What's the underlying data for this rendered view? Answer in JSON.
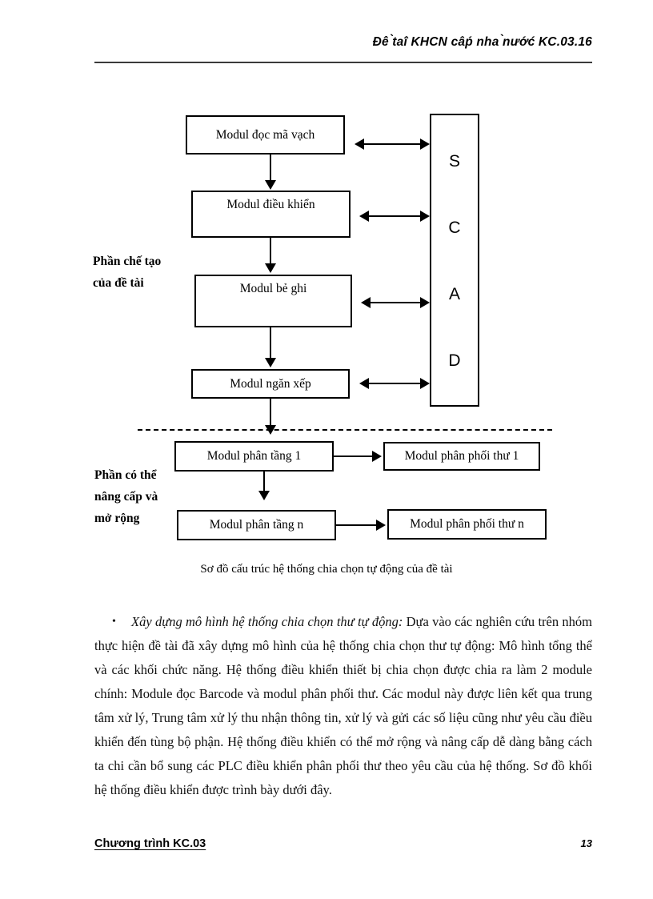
{
  "header": {
    "title": "Đê ̀taî KHCN câṕ nha ̀nướć KC.03.16"
  },
  "diagram": {
    "boxes": {
      "barcode_reader": "Modul đọc mã vạch",
      "controller": "Modul điều khiển",
      "switch_record": "Modul bẻ ghi",
      "stacker": "Modul ngăn xếp",
      "floor_sorter_1": "Modul phân tầng 1",
      "floor_sorter_n": "Modul phân tầng n",
      "mail_distributor_1": "Modul phân phối thư 1",
      "mail_distributor_n": "Modul phân phối thư n"
    },
    "scada": {
      "letters": [
        "S",
        "C",
        "A",
        "D"
      ]
    },
    "side_labels": {
      "upper": "Phần chế tạo\ncủa đề tài",
      "lower": "Phần có thể\nnâng cấp và\nmở rộng"
    },
    "caption": "Sơ đồ cấu trúc hệ thống chia chọn tự động của đề tài"
  },
  "body": {
    "bullet_glyph": "•",
    "lead_italic": "Xây dựng mô hình hệ thống chia chọn thư tự động:",
    "text": " Dựa vào các nghiên cứu trên nhóm thực hiện đề tài đã xây dựng mô hình của hệ thống chia chọn thư tự động: Mô hình tổng thể và các khối chức năng. Hệ thống điều khiển thiết bị chia chọn được chia ra làm 2 module chính: Module đọc Barcode và modul phân phối thư. Các modul này được liên kết qua trung tâm xử lý, Trung tâm xử lý thu nhận thông tin, xử lý và gửi các số liệu cũng như yêu cầu điều khiển đến tùng bộ phận. Hệ thống điều khiển có thể mở rộng và nâng cấp dễ dàng bằng cách ta chi cần bổ sung các PLC điều khiển phân phối thư theo yêu cầu của hệ thống. Sơ đồ khối hệ thống điều khiển được trình bày dưới đây."
  },
  "footer": {
    "program": "Chương trình KC.03",
    "page_number": "13"
  }
}
